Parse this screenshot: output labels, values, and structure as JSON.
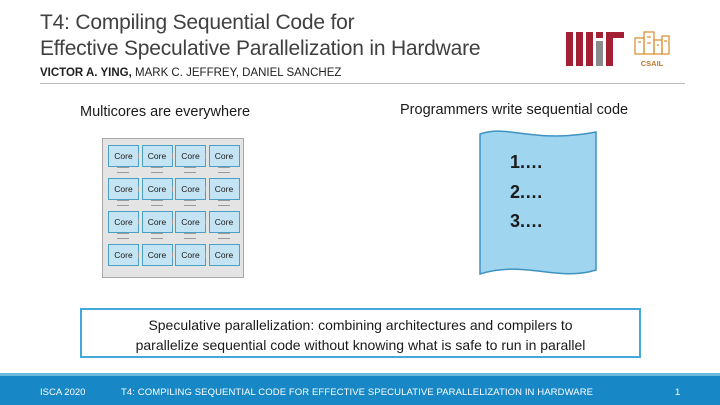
{
  "header": {
    "title_line1": "T4: Compiling Sequential Code for",
    "title_line2": "Effective Speculative Parallelization in Hardware",
    "author_lead": "VICTOR A. YING,",
    "authors_rest": " MARK C. JEFFREY, DANIEL SANCHEZ",
    "csail_logo_text": "CSAIL"
  },
  "left_panel": {
    "heading": "Multicores are everywhere",
    "core_label": "Core",
    "grid_rows": 4,
    "grid_cols": 4
  },
  "right_panel": {
    "heading": "Programmers write sequential code",
    "code_lines": [
      "1.…",
      "2.…",
      "3.…"
    ]
  },
  "callout": {
    "line1": "Speculative parallelization: combining architectures and compilers to",
    "line2": "parallelize sequential code without knowing what is safe to run in parallel"
  },
  "footer": {
    "conference": "ISCA 2020",
    "talk_title": "T4: COMPILING SEQUENTIAL CODE FOR EFFECTIVE SPECULATIVE PARALLELIZATION IN HARDWARE",
    "page_number": "1"
  },
  "colors": {
    "footer_bar": "#1787c6",
    "callout_border": "#41a9dc",
    "core_fill": "#c5e4f3",
    "scroll_fill": "#9fd5ef",
    "mit_red": "#a31f34"
  }
}
